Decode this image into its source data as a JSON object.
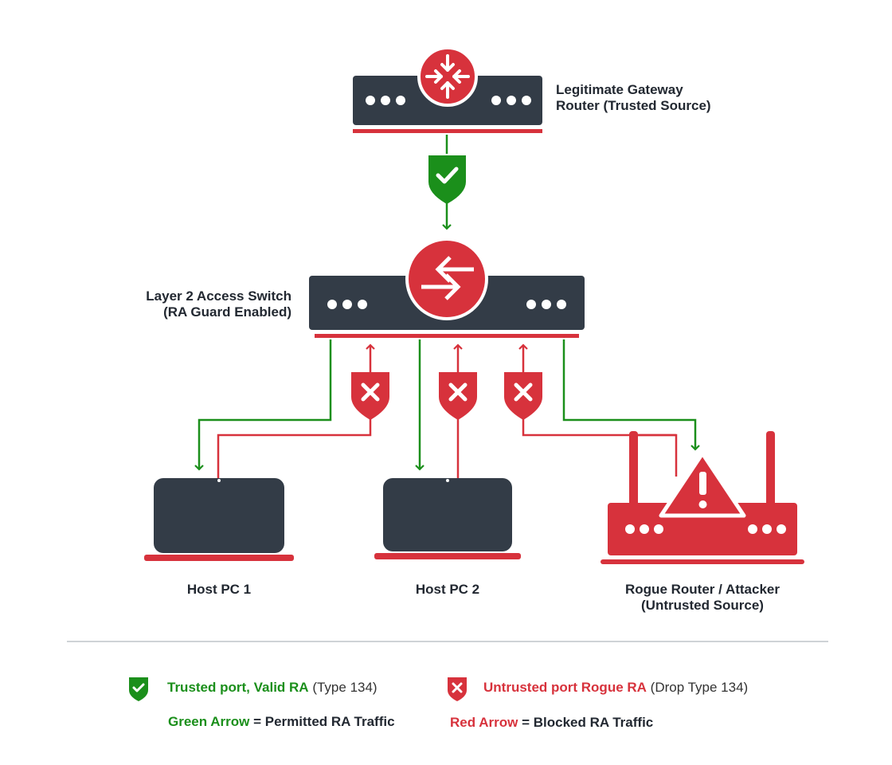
{
  "colors": {
    "dark": "#333c47",
    "red": "#d7323c",
    "green": "#1b8f1b",
    "divider": "#cfd3d6"
  },
  "nodes": {
    "gateway": {
      "line1": "Legitimate Gateway",
      "line2": "Router (Trusted Source)",
      "icon": "router-arrows-in-icon"
    },
    "switch": {
      "line1": "Layer 2 Access Switch",
      "line2": "(RA Guard Enabled)",
      "icon": "switch-arrows-icon"
    },
    "host1": {
      "label": "Host PC 1",
      "icon": "laptop-icon"
    },
    "host2": {
      "label": "Host PC 2",
      "icon": "laptop-icon"
    },
    "rogue": {
      "line1": "Rogue Router / Attacker",
      "line2": "(Untrusted Source)",
      "icon": "warning-router-icon"
    }
  },
  "legend": {
    "trusted": {
      "label": "Trusted port, Valid RA",
      "note": "(Type 134)",
      "icon": "shield-check-icon"
    },
    "untrusted": {
      "label": "Untrusted port Rogue RA",
      "note": "(Drop Type 134)",
      "icon": "shield-x-icon"
    },
    "green_arrow": {
      "term": "Green Arrow",
      "eq": "=",
      "meaning": "Permitted RA Traffic"
    },
    "red_arrow": {
      "term": "Red Arrow",
      "eq": "=",
      "meaning": "Blocked RA Traffic"
    }
  }
}
